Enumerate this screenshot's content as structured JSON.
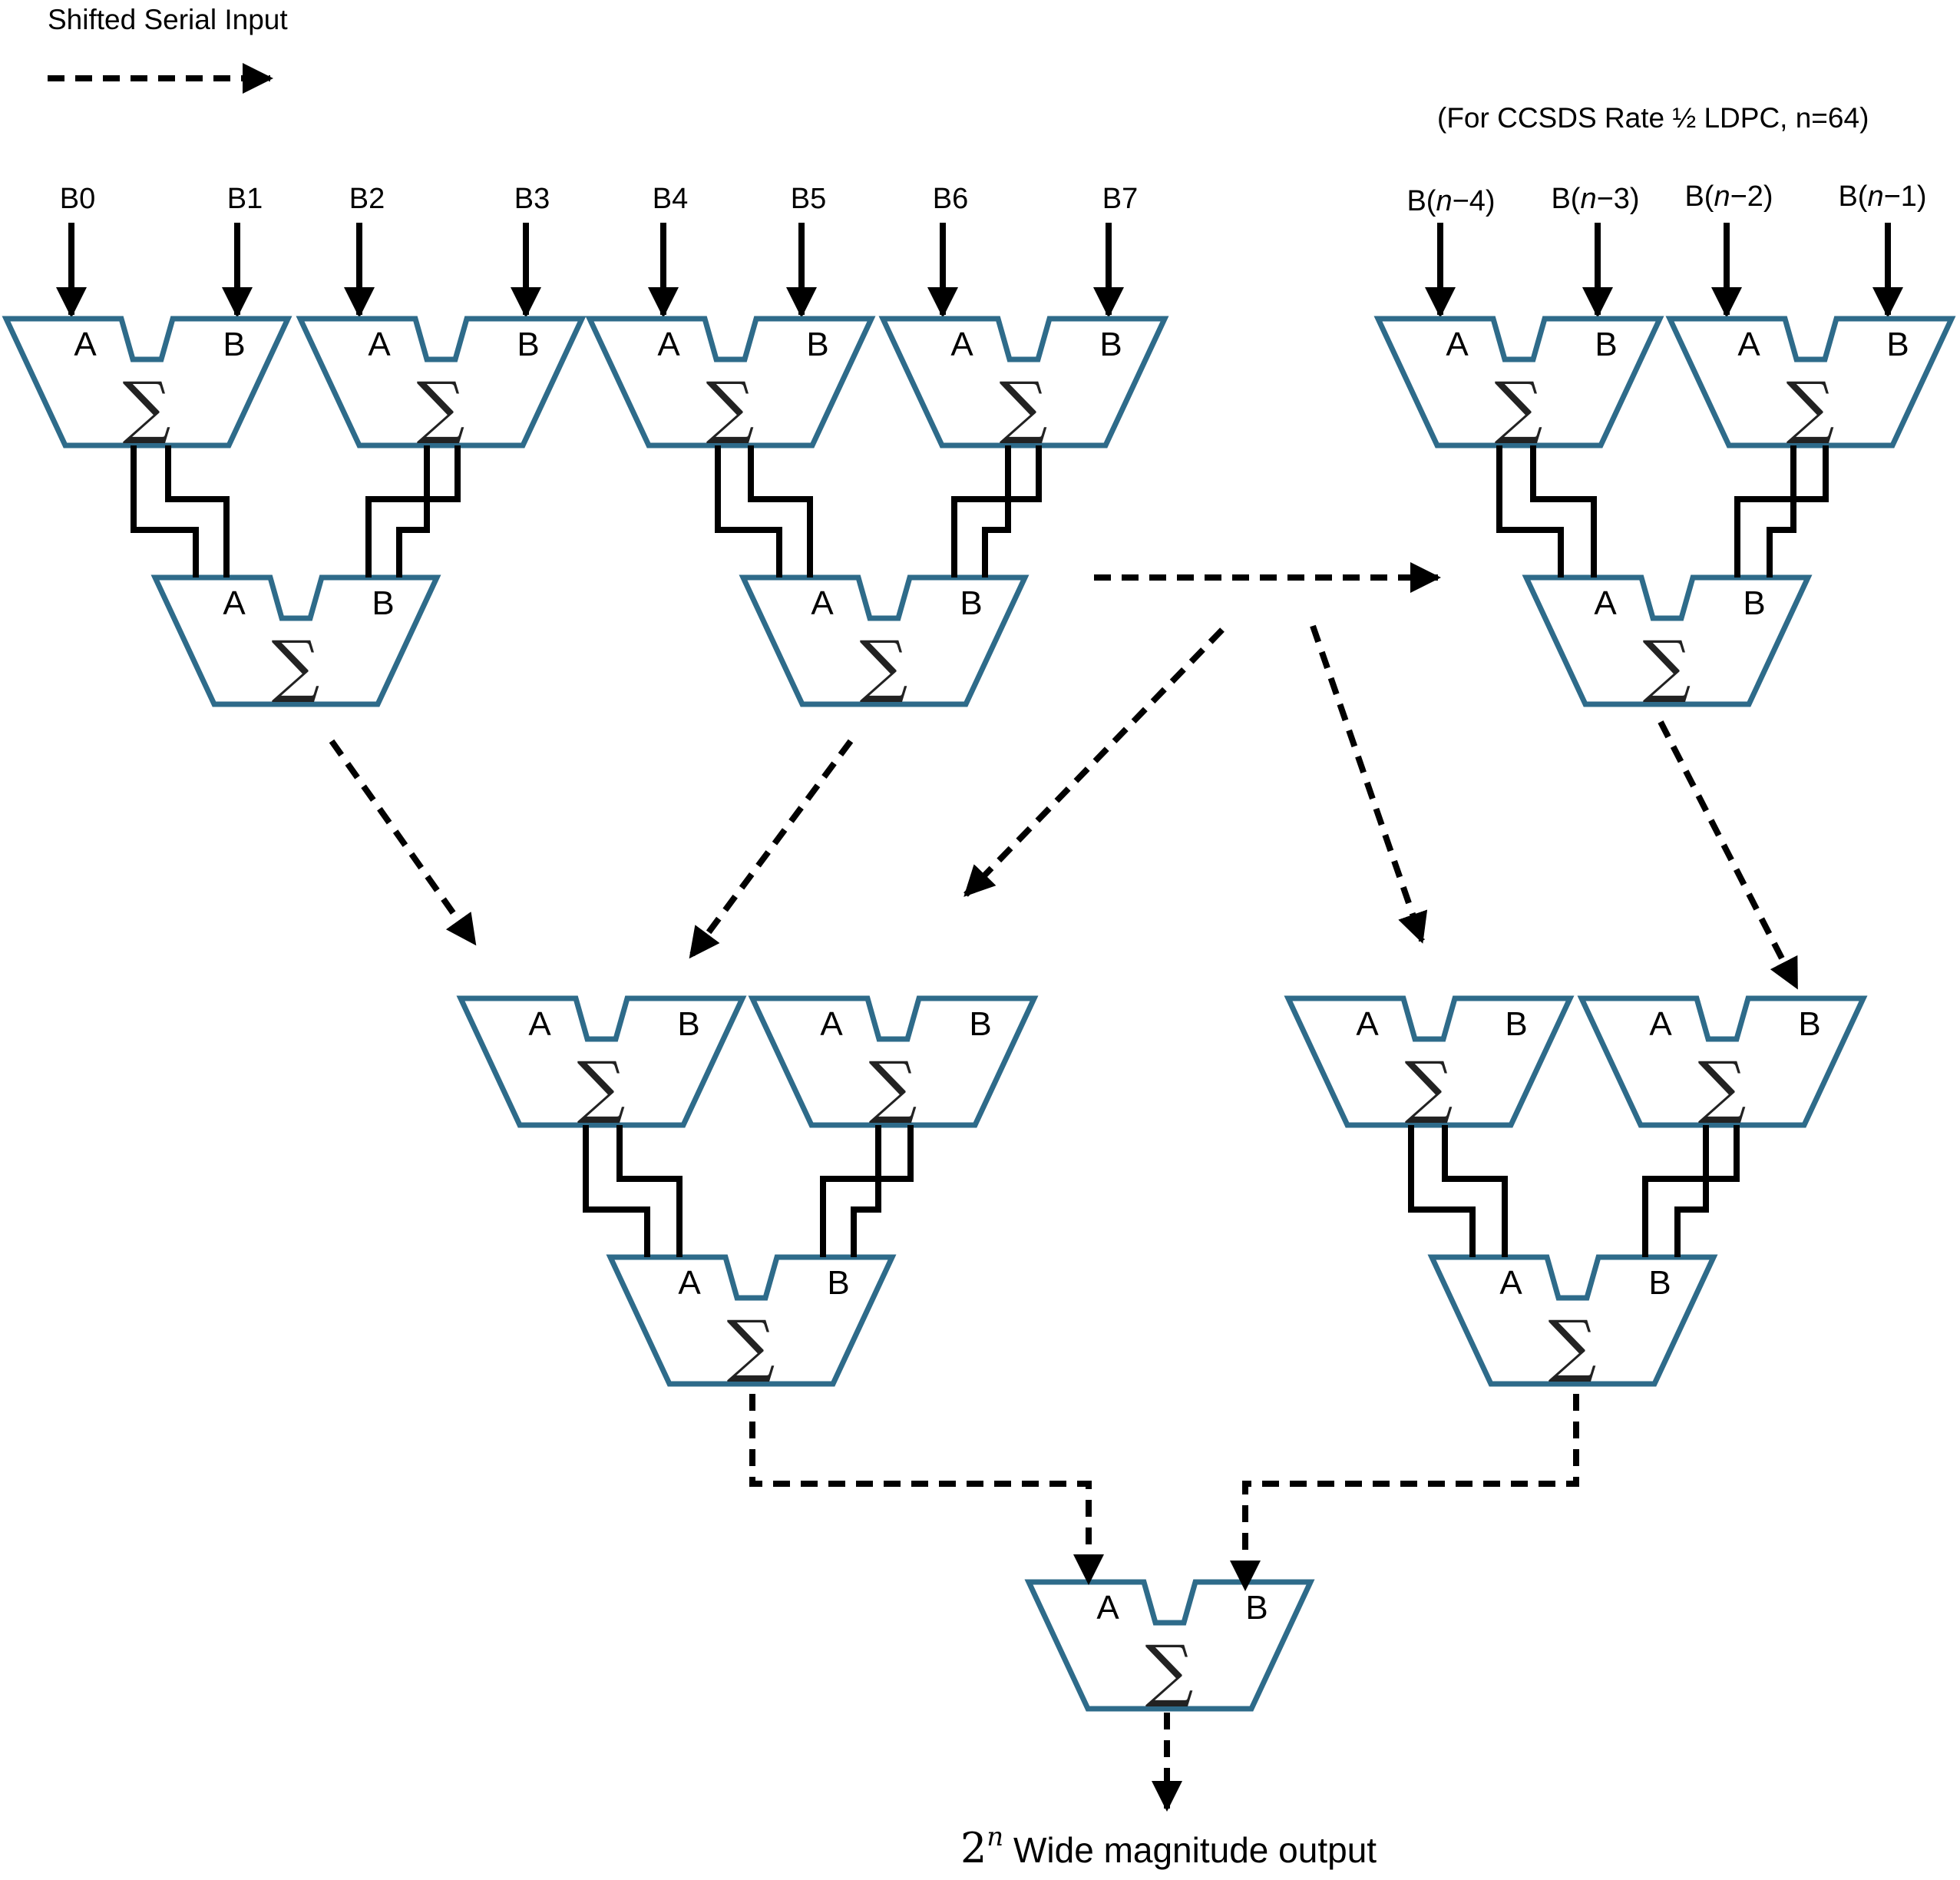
{
  "legend": {
    "label": "Shifted Serial Input"
  },
  "note": "(For CCSDS Rate ½ LDPC, n=64)",
  "adder": {
    "port_a": "A",
    "port_b": "B",
    "symbol": "∑"
  },
  "inputs": {
    "b0": "B0",
    "b1": "B1",
    "b2": "B2",
    "b3": "B3",
    "b4": "B4",
    "b5": "B5",
    "b6": "B6",
    "b7": "B7"
  },
  "tail_inputs": [
    {
      "prefix": "B(",
      "var": "n",
      "suffix": "−4)"
    },
    {
      "prefix": "B(",
      "var": "n",
      "suffix": "−3)"
    },
    {
      "prefix": "B(",
      "var": "n",
      "suffix": "−2)"
    },
    {
      "prefix": "B(",
      "var": "n",
      "suffix": "−1)"
    }
  ],
  "output": {
    "base": "2",
    "exponent": "n",
    "text": " Wide magnitude output"
  }
}
